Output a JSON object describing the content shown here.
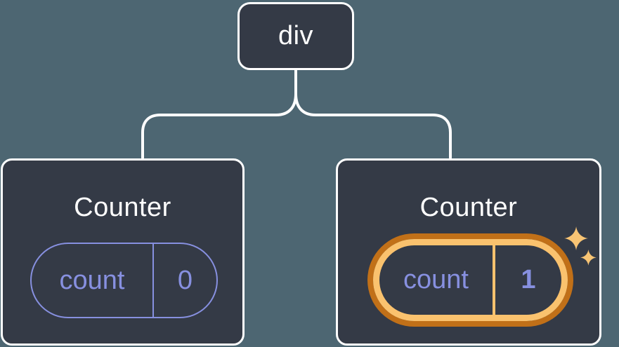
{
  "colors": {
    "bg": "#4D6672",
    "card_bg": "#343A46",
    "line": "#FFFFFF",
    "text": "#FFFFFF",
    "purple": "#8790E0",
    "orange_dark": "#C17018",
    "orange_light": "#FAC26E",
    "sparkle": "#F8C474"
  },
  "tree": {
    "root": {
      "label": "div"
    },
    "children": [
      {
        "title": "Counter",
        "highlighted": false,
        "state": {
          "name": "count",
          "value": "0"
        }
      },
      {
        "title": "Counter",
        "highlighted": true,
        "state": {
          "name": "count",
          "value": "1"
        }
      }
    ]
  },
  "icons": {
    "sparkles": "two four-pointed stars marking updated state"
  }
}
